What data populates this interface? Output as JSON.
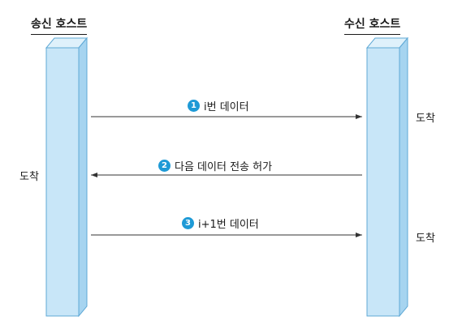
{
  "sender": {
    "title": "송신 호스트"
  },
  "receiver": {
    "title": "수신 호스트"
  },
  "messages": [
    {
      "step": "1",
      "label": "i번 데이터",
      "direction": "to-receiver"
    },
    {
      "step": "2",
      "label": "다음 데이터 전송 허가",
      "direction": "to-sender"
    },
    {
      "step": "3",
      "label": "i+1번 데이터",
      "direction": "to-receiver"
    }
  ],
  "arrival_labels": {
    "receiver_first": "도착",
    "sender": "도착",
    "receiver_second": "도착"
  },
  "colors": {
    "pillar_front": "#c8e6f8",
    "pillar_side": "#a6d4f0",
    "pillar_top": "#dff1fb",
    "pillar_edge": "#5fa9d6",
    "step_badge": "#1e9ad6",
    "arrow": "#333333"
  }
}
